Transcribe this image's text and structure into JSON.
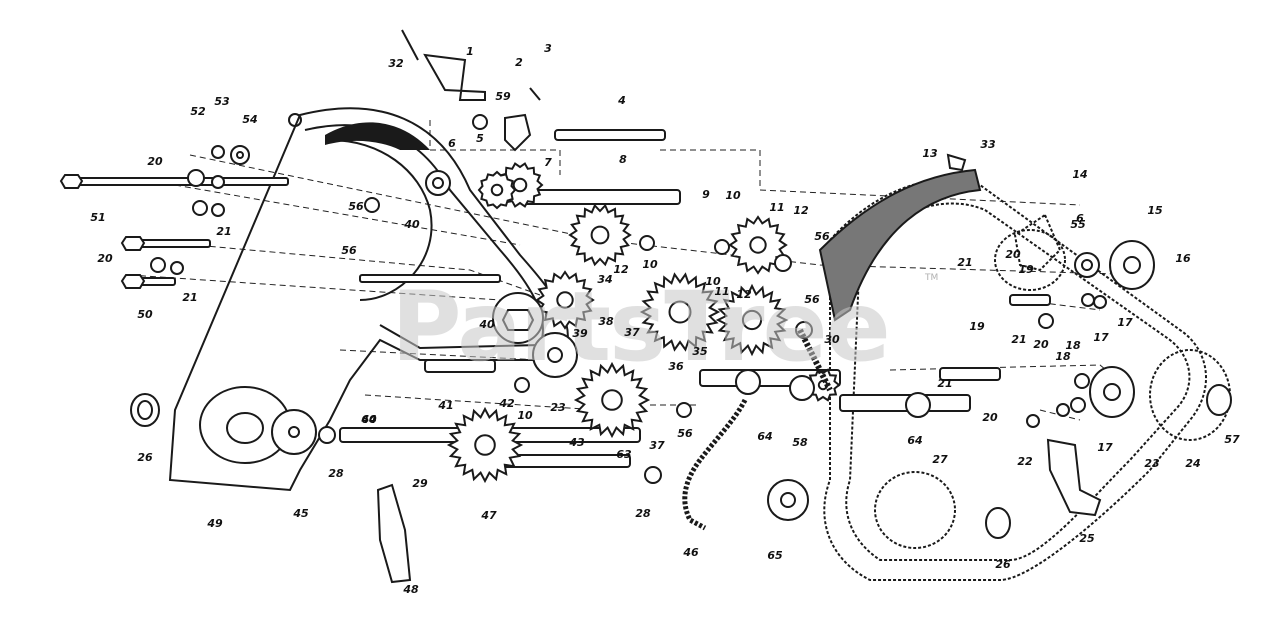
{
  "watermark": {
    "text": "PartsTree",
    "mark": "TM"
  },
  "colors": {
    "line": "#1a1a1a",
    "watermark": "#c8c8c8",
    "background": "#ffffff"
  },
  "callouts": [
    "1",
    "2",
    "3",
    "4",
    "5",
    "6",
    "7",
    "8",
    "9",
    "10",
    "11",
    "12",
    "13",
    "14",
    "15",
    "16",
    "17",
    "18",
    "19",
    "20",
    "21",
    "22",
    "23",
    "24",
    "25",
    "26",
    "27",
    "28",
    "29",
    "30",
    "32",
    "33",
    "34",
    "35",
    "36",
    "37",
    "38",
    "39",
    "40",
    "41",
    "42",
    "43",
    "44",
    "45",
    "46",
    "47",
    "48",
    "49",
    "50",
    "51",
    "52",
    "53",
    "54",
    "55",
    "56",
    "57",
    "58",
    "59",
    "60",
    "63",
    "64",
    "65"
  ]
}
